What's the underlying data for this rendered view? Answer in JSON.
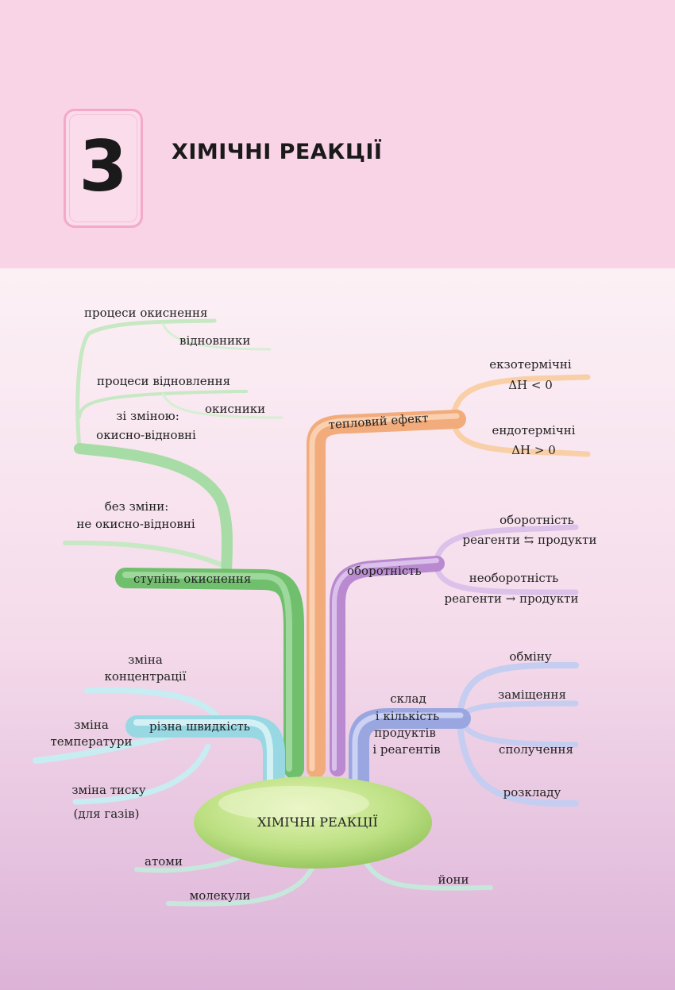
{
  "header": {
    "chapter_number": "3",
    "chapter_title": "ХІМІЧНІ РЕАКЦІЇ"
  },
  "diagram": {
    "center": "ХІМІЧНІ РЕАКЦІЇ",
    "branches": {
      "oxidation": {
        "label": "ступінь окиснення",
        "with_change": {
          "line1": "зі зміною:",
          "line2": "окисно-відновні"
        },
        "oxidation_processes": "процеси окиснення",
        "reducers": "відновники",
        "reduction_processes": "процеси відновлення",
        "oxidizers": "окисники",
        "without_change": {
          "line1": "без зміни:",
          "line2": "не окисно-відновні"
        }
      },
      "thermal": {
        "label": "тепловий ефект",
        "exothermic": "екзотермічні",
        "exothermic_formula": "ΔH < 0",
        "endothermic": "ендотермічні",
        "endothermic_formula": "ΔH > 0"
      },
      "reversibility": {
        "label": "оборотність",
        "reversible": "оборотність",
        "reversible_scheme": "реагенти ⇆ продукти",
        "irreversible": "необоротність",
        "irreversible_scheme": "реагенти → продукти"
      },
      "rate": {
        "label": "різна швидкість",
        "concentration": {
          "line1": "зміна",
          "line2": "концентрації"
        },
        "temperature": {
          "line1": "зміна",
          "line2": "температури"
        },
        "pressure": {
          "line1": "зміна тиску",
          "line2": "(для газів)"
        }
      },
      "composition": {
        "line1": "склад",
        "line2": "і кількість",
        "line3": "продуктів",
        "line4": "і реагентів",
        "exchange": "обміну",
        "substitution": "заміщення",
        "combination": "сполучення",
        "decomposition": "розкладу"
      },
      "particles": {
        "atoms": "атоми",
        "molecules": "молекули",
        "ions": "йони"
      }
    }
  },
  "colors": {
    "header_bg": "#f9d3e6",
    "green": "#8fd18f",
    "orange": "#f7b98a",
    "purple": "#c49ad8",
    "cyan": "#a9e0ea",
    "blue": "#a9b4e6",
    "center_fill": "#b9de7c"
  }
}
